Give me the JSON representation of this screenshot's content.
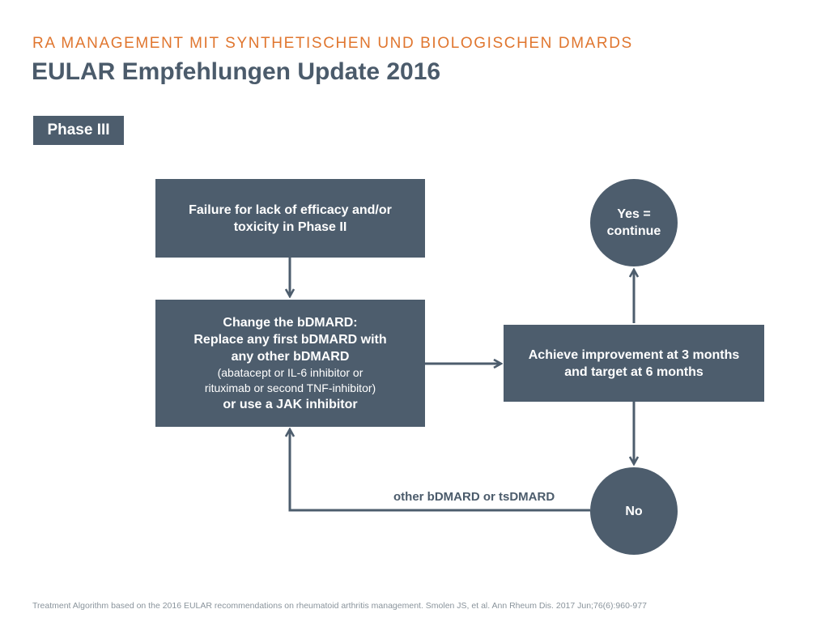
{
  "header": {
    "subtitle": "RA MANAGEMENT MIT SYNTHETISCHEN UND BIOLOGISCHEN DMARDS",
    "title": "EULAR Empfehlungen Update 2016"
  },
  "phase_badge": "Phase III",
  "boxes": {
    "failure": {
      "line1": "Failure for lack of efficacy and/or",
      "line2": "toxicity in Phase II"
    },
    "change": {
      "line1": "Change the bDMARD:",
      "line2": "Replace any first bDMARD with",
      "line3": "any other bDMARD",
      "line4": "(abatacept or IL-6 inhibitor or",
      "line5": "rituximab or second TNF-inhibitor)",
      "line6": "or use  a JAK inhibitor"
    },
    "achieve": {
      "line1": "Achieve improvement at 3 months",
      "line2": "and target at 6 months"
    }
  },
  "circles": {
    "yes": {
      "line1": "Yes =",
      "line2": "continue"
    },
    "no": {
      "line1": "No"
    }
  },
  "edge_label": "other bDMARD or tsDMARD",
  "footnote": "Treatment Algorithm based on the 2016 EULAR recommendations on rheumatoid arthritis management. Smolen JS, et al. Ann Rheum Dis. 2017 Jun;76(6):960-977",
  "colors": {
    "node_fill": "#4d5d6d",
    "subtitle": "#e0762f",
    "title": "#4b5b6b"
  }
}
